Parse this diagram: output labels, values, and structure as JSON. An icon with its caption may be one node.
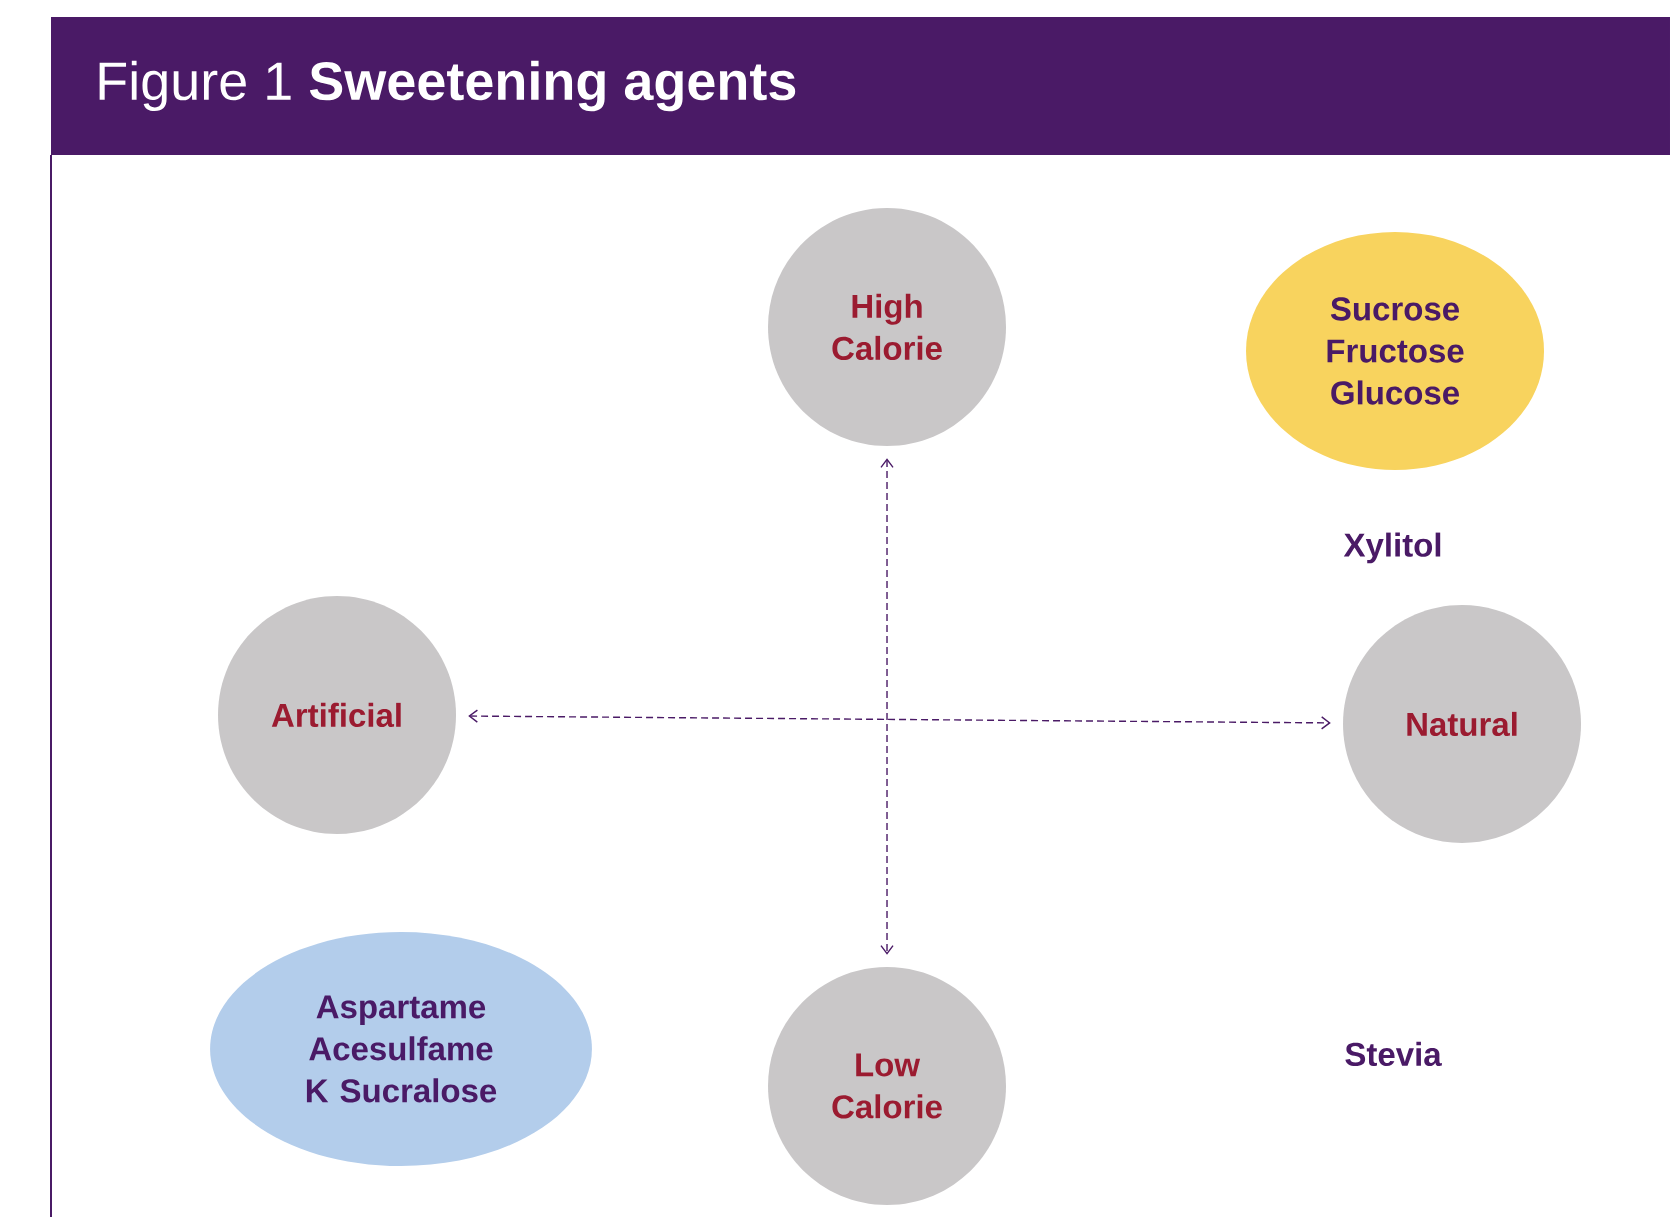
{
  "diagram": {
    "title": "Figure 1 **Sweetening agents**",
    "nodes": [
      {
        "text": [
          "High Calorie"
        ]
      },
      {
        "text": [
          "Sucrose Fructose Glucose"
        ]
      },
      {
        "text": [
          "Xylitol"
        ]
      },
      {
        "text": [
          "Artificial"
        ]
      },
      {
        "text": [
          "Natural"
        ]
      },
      {
        "text": [
          "Aspartame Acesulfame K Sucralose"
        ]
      },
      {
        "text": [
          "Low Calorie"
        ]
      },
      {
        "text": [
          "Stevia"
        ]
      }
    ],
    "edges": [
      {
        "from": 0,
        "to": 6,
        "arrow": "both",
        "style": "dashed"
      },
      {
        "from": 3,
        "to": 4,
        "arrow": "both",
        "style": "dashed"
      }
    ]
  }
}
